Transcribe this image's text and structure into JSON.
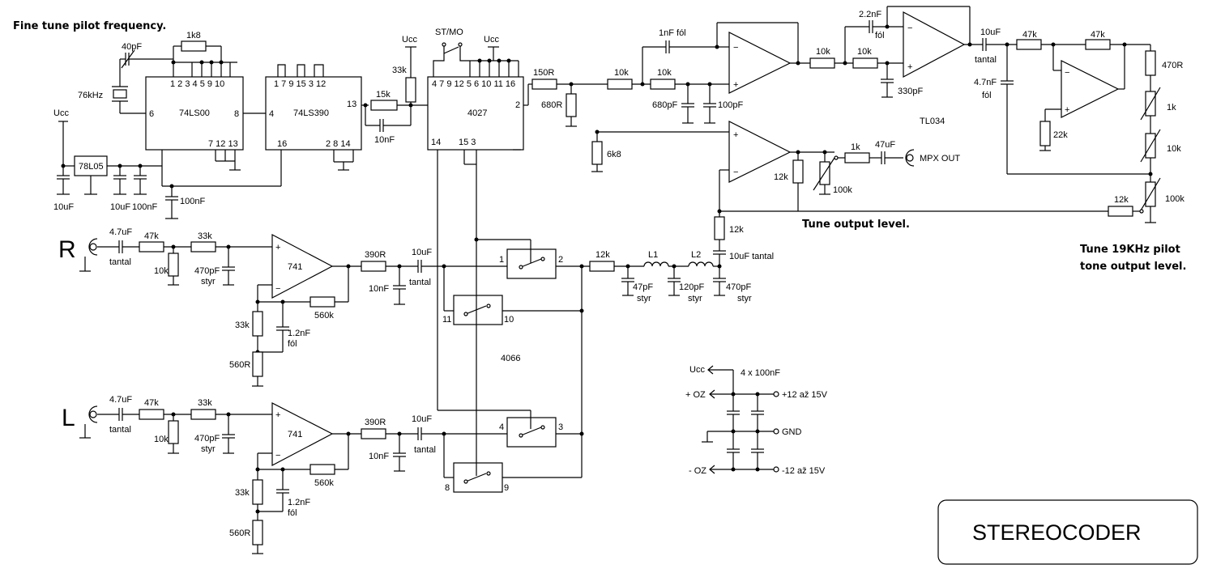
{
  "notes": {
    "fine_tune": "Fine tune pilot frequency.",
    "tune_output": "Tune output level.",
    "tune_19k_1": "Tune 19KHz pilot",
    "tune_19k_2": "tone output level."
  },
  "title": "STEREOCODER",
  "ics": {
    "nand": "74LS00",
    "counter": "74LS390",
    "flipflop": "4027",
    "switch": "4066",
    "regulator": "78L05",
    "opamp_quad": "TL034",
    "opamp_r": "741",
    "opamp_l": "741"
  },
  "pins": {
    "nand_top": "1 2 3 4 5 9 10",
    "nand_left": "6",
    "nand_right": "8",
    "nand_bottom": "7 12 13",
    "counter_top": "1 7 9 15 3 12",
    "counter_left": "4",
    "counter_right": "13",
    "counter_bottom_left": "16",
    "counter_bottom_right": "2 8 14",
    "ff_top": "4 7 9 12 5 6 10 11 16",
    "ff_right": "2",
    "ff_bottom_left": "14",
    "ff_bottom_mid": "15 3",
    "sw1_l": "1",
    "sw1_r": "2",
    "sw2_l": "11",
    "sw2_r": "10",
    "sw3_l": "4",
    "sw3_r": "3",
    "sw4_l": "8",
    "sw4_r": "9"
  },
  "labels": {
    "ucc": "Ucc",
    "stmo": "ST/MO",
    "c40p": "40pF",
    "r1k8": "1k8",
    "xtal": "76kHz",
    "r15k": "15k",
    "c10n_a": "10nF",
    "r33k_top": "33k",
    "c10u_reg": "10uF",
    "c10u_reg2": "10uF",
    "c100n_reg": "100nF",
    "c100n_b": "100nF",
    "r150": "150R",
    "r680": "680R",
    "r10k_a": "10k",
    "r10k_b": "10k",
    "c1n": "1nF fól",
    "c680p": "680pF",
    "c100p": "100pF",
    "r10k_c": "10k",
    "r10k_d": "10k",
    "c2n2": "2.2nF",
    "fol": "fól",
    "c330p": "330pF",
    "c10u_t": "10uF",
    "tantal": "tantal",
    "r47k_a": "47k",
    "r47k_b": "47k",
    "r470": "470R",
    "c4n7": "4.7nF",
    "fol2": "fól",
    "r22k": "22k",
    "trim1k": "1k",
    "trim10k": "10k",
    "trim100k": "100k",
    "r6k8": "6k8",
    "r12k_a": "12k",
    "trim100k_b": "100k",
    "r1k_out": "1k",
    "c47u": "47uF",
    "mpx": "MPX OUT",
    "r12k_b": "12k",
    "r12k_c": "12k",
    "c10u_tantal": "10uF tantal",
    "r12k_d": "12k",
    "l1": "L1",
    "l2": "L2",
    "c47p": "47pF",
    "c120p": "120pF",
    "c470p_out": "470pF",
    "styr": "styr",
    "ch_r": "R",
    "ch_l": "L",
    "c4u7": "4.7uF",
    "r47k": "47k",
    "r33k": "33k",
    "r10k": "10k",
    "c470p": "470pF",
    "r390": "390R",
    "c10u": "10uF",
    "c10n": "10nF",
    "r560k": "560k",
    "r33k_fb": "33k",
    "c1n2": "1.2nF",
    "r560": "560R",
    "psu_caps": "4 x 100nF",
    "oz_plus": "+ OZ",
    "oz_minus": "- OZ",
    "v_plus": "+12 až 15V",
    "gnd": "GND",
    "v_minus": "-12 až 15V"
  }
}
